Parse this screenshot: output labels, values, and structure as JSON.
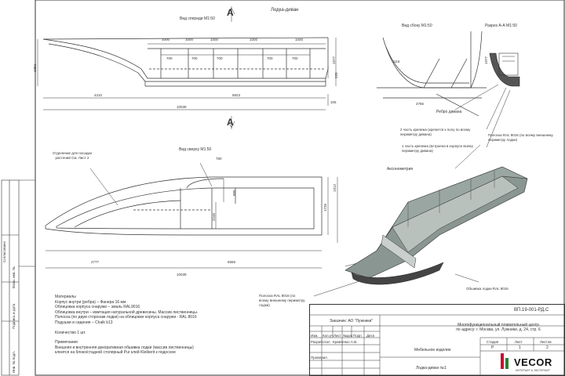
{
  "sheet": {
    "title": "Лодка-диван",
    "views": {
      "side": "Вид спереди М1:50",
      "front": "Вид сбоку М1:50",
      "section": "Разрез А-А М1:50",
      "top": "Вид сверху М1:50",
      "axonometry": "Аксонометрия"
    },
    "section_mark": "А",
    "dims": {
      "top_segments": [
        "1000",
        "1000",
        "1000",
        "1000",
        "1000"
      ],
      "sub_segments": [
        "700",
        "700",
        "700",
        "700",
        "700"
      ],
      "len_4210": "4210",
      "len_5823": "5823",
      "len_10039": "10039",
      "h_1952": "1952",
      "h_1977": "1977",
      "h_220": "220",
      "h_105": "105",
      "front_2756": "2756",
      "front_1116": "1116",
      "front_1977": "1977",
      "top_780": "780",
      "top_880": "880",
      "top_2246": "2246",
      "top_1726": "1726",
      "top_1912": "1912",
      "top_2777": "2777",
      "top_6565": "6565",
      "top_10039": "10039"
    },
    "callouts": {
      "rib": "Ребро дивана",
      "part2": "2 часть крепежа (крепится к полу по всему периметру дивана)",
      "part1": "1 часть крепежа (встроена в корпусе всему периметру дивана)",
      "stripe_top": "Полоска RAL 8016 (по всему внешнему периметру лодки)",
      "stripe_bottom": "Полоска RAL 8016 (по всему внешнему периметру лодки)",
      "cladding": "Обшивка лодки RAL 9016",
      "plants": "Отделение для посадки растений См. Лист 2"
    },
    "notes": [
      "Материалы",
      "Корпус внутри (ребра) – Фанера 16 мм",
      "Облицовка корпуса снаружи – эмаль RAL9016",
      "Облицовка внутри – имитация натуральной древесины. Массив лиственницы.",
      "Полоска (по двум сторонам лодки) на облицовке корпуса снаружи - RAL 8016",
      "Подушки и сидения – Chalk b13",
      "",
      "Количество 1 шт.",
      "",
      "Примечание:",
      "Внешняя и внутренняя декоративная обшивка лодки (массив лиственницы)",
      "клеится на блоко/стадной столярный Pur клей Kleiberit к подосное"
    ],
    "title_block": {
      "code": "ВП.19-001-РД.С",
      "customer": "Заказчик: АО \"Лужники\"",
      "object": "Многофункциональный плавательный центр по адресу: г. Москва, ул. Лужники, д. 24, стр. 6",
      "cols": [
        "Изм.",
        "Кол.уч",
        "Лист",
        "№док",
        "Подп.",
        "Дата"
      ],
      "developed": "Разработал",
      "dev_name": "Кравченко А.В.",
      "checked": "Проверил",
      "section": "Мебельное изделие",
      "item": "Лодка-диван №1",
      "stage_h": "Стадия",
      "sheet_h": "Лист",
      "sheets_h": "Листов",
      "stage": "Р",
      "sheet_no": "1",
      "sheets": "2",
      "logo": "VECOR",
      "logo_sub": "ИНТЕРЬЕР & ЭКСТЕРЬЕР"
    },
    "left_strip": [
      "Согласовано",
      "Взам. инв. №",
      "Подпись и дата",
      "Инв. № подл."
    ],
    "colors": {
      "line": "#333333",
      "hull": "#6f7c78",
      "hull_light": "#9aa6a2",
      "wood": "#b9c1bd",
      "logo_red": "#c8102e",
      "logo_green": "#2e7d32"
    }
  }
}
